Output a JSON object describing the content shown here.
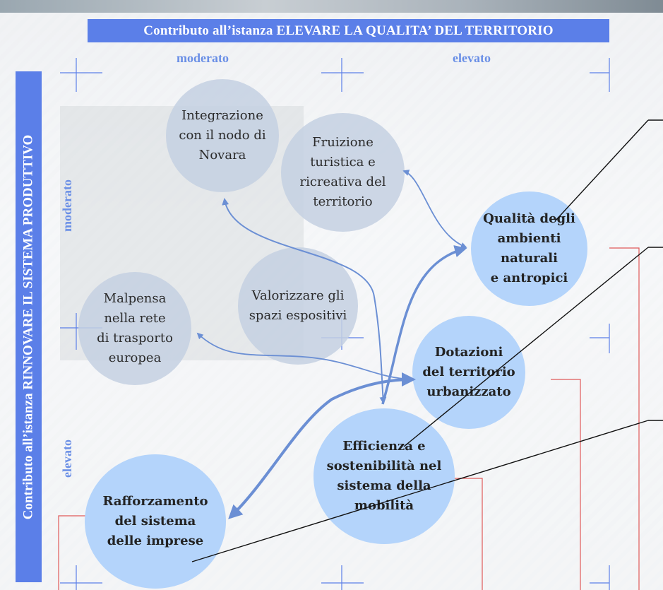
{
  "title": "Contributo all’istanza ELEVARE LA QUALITA’ DEL TERRITORIO",
  "side_title": "Contributo all’istanza RINNOVARE IL SISTEMA PRODUTTIVO",
  "top_axis": {
    "left": "moderato",
    "right": "elevato"
  },
  "left_axis": {
    "top": "moderato",
    "bottom": "elevato"
  },
  "nodes": {
    "integrazione": [
      "Integrazione",
      "con il nodo di",
      "Novara"
    ],
    "fruizione": [
      "Fruizione",
      "turistica e",
      "ricreativa del",
      "territorio"
    ],
    "qualita": [
      "Qualità degli",
      "ambienti naturali",
      "e antropici"
    ],
    "malpensa": [
      "Malpensa",
      "nella rete",
      "di trasporto",
      "europea"
    ],
    "valorizzare": [
      "Valorizzare gli",
      "spazi espositivi"
    ],
    "dotazioni": [
      "Dotazioni",
      "del territorio",
      "urbanizzato"
    ],
    "efficienza": [
      "Efficienza e",
      "sostenibilità nel",
      "sistema della",
      "mobilità"
    ],
    "rafforzamento": [
      "Rafforzamento",
      "del sistema",
      "delle imprese"
    ]
  },
  "colors": {
    "banner": "#5b7fe8",
    "axis_text": "#6a8fe6",
    "node_grey": "#c4d0e2",
    "node_blue": "#b4d4fb",
    "arrow": "#6b8fd4",
    "connector_red": "#e05a5a"
  }
}
